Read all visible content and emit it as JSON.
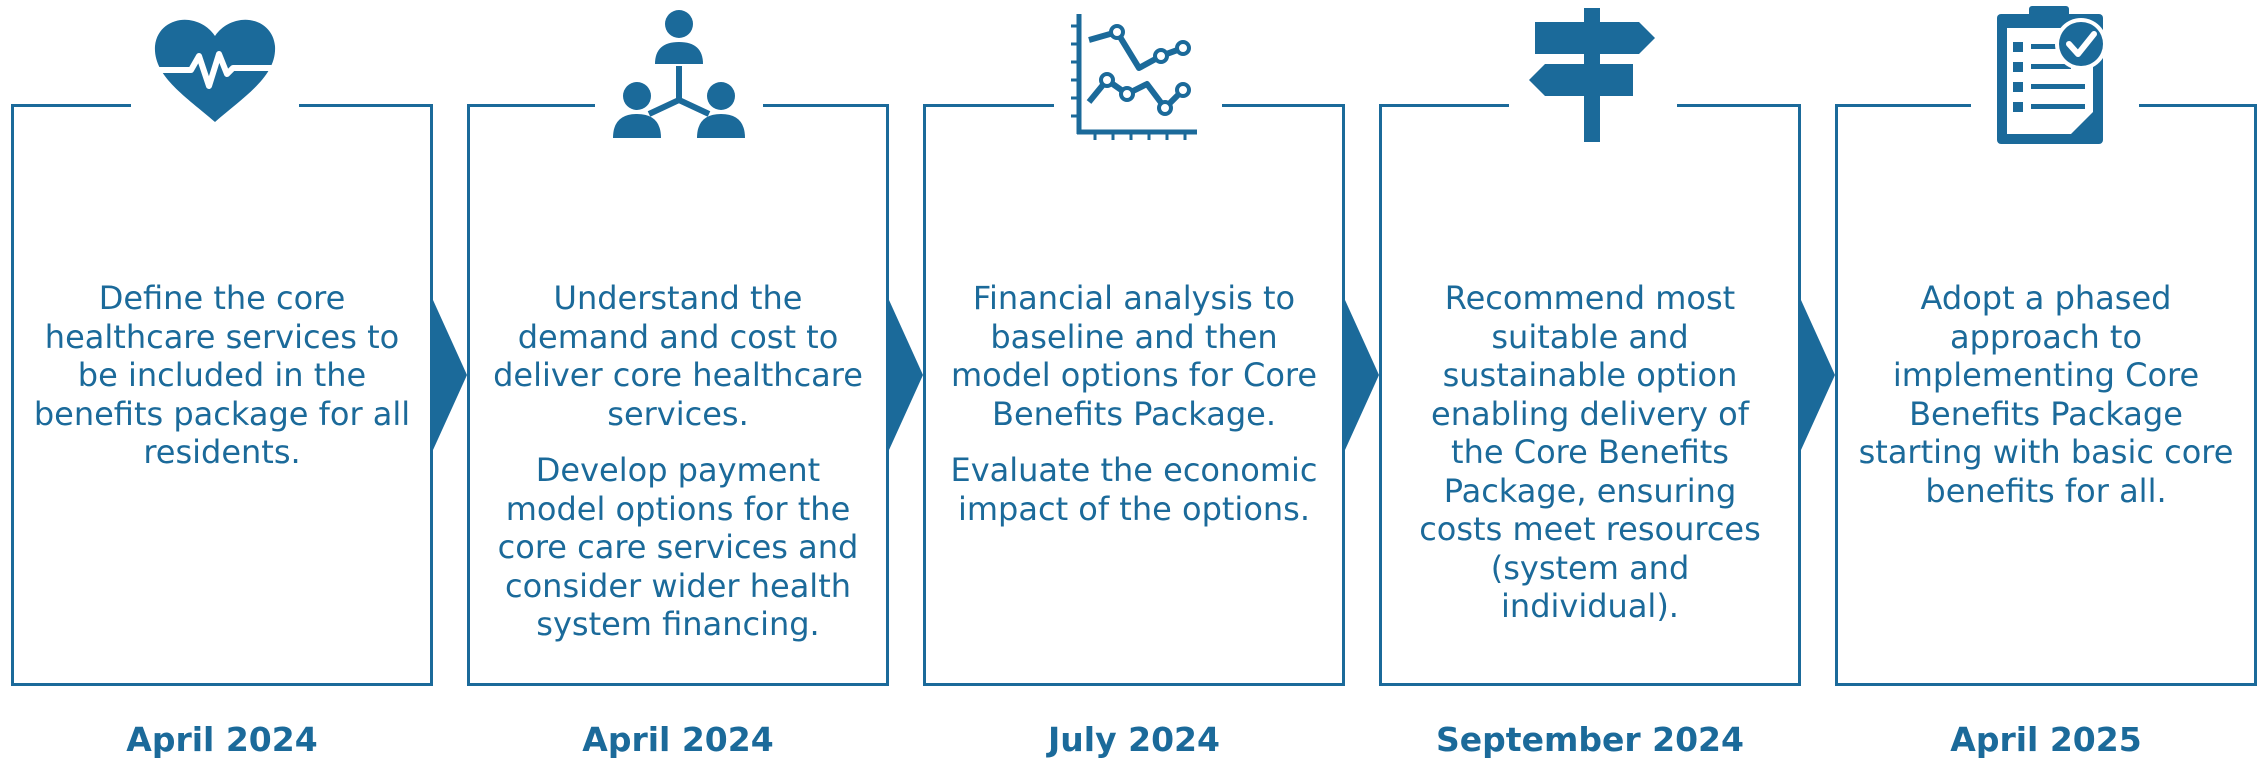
{
  "accent_color": "#1b6a9a",
  "steps": [
    {
      "icon": "heart-pulse-icon",
      "paragraphs": [
        "Define the core healthcare services to be included in the benefits package for all residents."
      ],
      "date": "April 2024"
    },
    {
      "icon": "people-network-icon",
      "paragraphs": [
        "Understand the demand and cost to deliver core healthcare services.",
        "Develop payment model options for the core care services and consider wider health system financing."
      ],
      "date": "April 2024"
    },
    {
      "icon": "line-chart-icon",
      "paragraphs": [
        "Financial analysis to baseline and then model options for Core Benefits Package.",
        "Evaluate the economic impact of the options."
      ],
      "date": "July 2024"
    },
    {
      "icon": "signpost-icon",
      "paragraphs": [
        "Recommend most suitable and sustainable option enabling delivery of the Core Benefits Package, ensuring costs meet resources (system and individual)."
      ],
      "date": "September 2024"
    },
    {
      "icon": "clipboard-check-icon",
      "paragraphs": [
        "Adopt a phased approach to implementing Core Benefits Package starting with basic core benefits for all."
      ],
      "date": "April 2025"
    }
  ]
}
